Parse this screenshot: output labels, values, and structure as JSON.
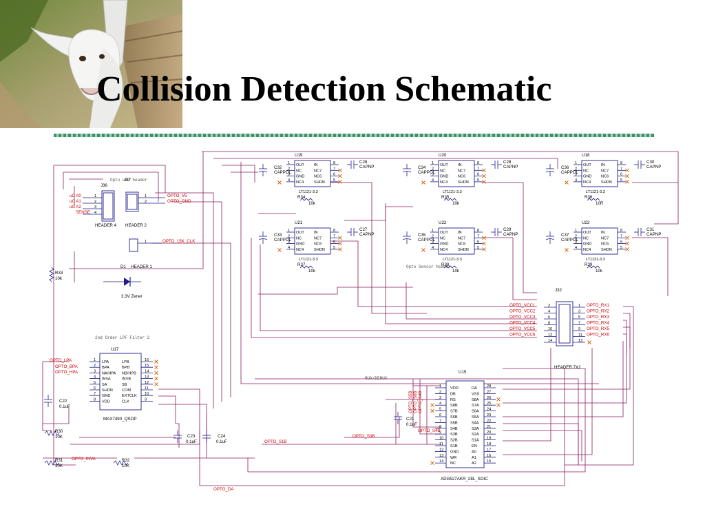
{
  "title": "Collision Detection Schematic",
  "regulators": [
    {
      "ref": "U19",
      "cap_in": "C32",
      "cap_out": "C28",
      "res": "R34",
      "res_val": "10k"
    },
    {
      "ref": "U20",
      "cap_in": "C34",
      "cap_out": "C28",
      "res": "R35",
      "res_val": "10k"
    },
    {
      "ref": "U18",
      "cap_in": "C36",
      "cap_out": "C30",
      "res": "R36",
      "res_val": "10R"
    },
    {
      "ref": "U21",
      "cap_in": "C33",
      "cap_out": "C27",
      "res": "R37",
      "res_val": "10k"
    },
    {
      "ref": "U22",
      "cap_in": "C35",
      "cap_out": "C29",
      "res": "R38",
      "res_val": "10k"
    },
    {
      "ref": "U23",
      "cap_in": "C37",
      "cap_out": "C31",
      "res": "R39",
      "res_val": "10k"
    }
  ],
  "reg_common": {
    "part": "LT1121-3.3",
    "cap_type_in": "CAPPOL",
    "cap_type_out": "CAPNP",
    "pins_left": [
      "OUT",
      "NC",
      "GND",
      "NC4"
    ],
    "pins_right": [
      "IN",
      "NC7",
      "NC6",
      "SHDN"
    ],
    "nums_left": [
      "1",
      "2",
      "3",
      "4"
    ],
    "nums_right": [
      "8",
      "7",
      "6",
      "5"
    ]
  },
  "header_left": {
    "note": "Opto u37 header",
    "j36": {
      "ref": "J36",
      "name": "HEADER 4",
      "nets": [
        "uC A0",
        "uC A1",
        "uC A2",
        "SENSE"
      ],
      "pins": [
        "1",
        "2",
        "3",
        "4"
      ]
    },
    "j37": {
      "ref": "J37",
      "name": "HEADER 2",
      "nets": [
        "OPTO_V5",
        "OPTO_GND"
      ],
      "pins": [
        "1",
        "2"
      ]
    },
    "d1": {
      "ref": "D1",
      "name": "HEADER 1",
      "net": "OPTO_15K_CLK",
      "pin": "1"
    },
    "zener": "3.3V Zener",
    "r33": {
      "ref": "R33",
      "val": "10k"
    }
  },
  "opto_note": "Opto Sensor header",
  "j32": {
    "ref": "J32",
    "name": "HEADER 7X2",
    "left_nets": [
      "OPTO_VCC1",
      "OPTO_VCC2",
      "OPTO_VCC3",
      "OPTO_VCC4",
      "OPTO_VCC5",
      "OPTO_VCC6",
      ""
    ],
    "right_nets": [
      "OPTO_RX1",
      "OPTO_RX2",
      "OPTO_RX3",
      "OPTO_RX4",
      "OPTO_RX5",
      "OPTO_RX6",
      ""
    ],
    "left_pins": [
      "2",
      "4",
      "6",
      "8",
      "10",
      "12",
      "14"
    ],
    "right_pins": [
      "1",
      "3",
      "5",
      "7",
      "9",
      "11",
      "13"
    ]
  },
  "filter": {
    "note": "2nd Order LPF Filter 2",
    "ref": "U17",
    "part": "MAX7490_QSOP",
    "pins_left": [
      "LPA",
      "BPA",
      "NA/HPA",
      "INVA",
      "SA",
      "SHDN",
      "GND",
      "VDD"
    ],
    "pins_right": [
      "LPB",
      "BPB",
      "NB/HPB",
      "INVB",
      "SB",
      "COM",
      "EXTCLK",
      "CLK"
    ],
    "nums_left": [
      "1",
      "2",
      "3",
      "4",
      "5",
      "6",
      "7",
      "8"
    ],
    "nums_right": [
      "16",
      "15",
      "14",
      "13",
      "12",
      "11",
      "10",
      "9"
    ],
    "nets": [
      "OPTO_LPA",
      "OPTO_BPA",
      "OPTO_HPA"
    ],
    "c22": {
      "ref": "C22",
      "val": "0.1uF"
    },
    "c23": {
      "ref": "C23",
      "val": "0.1uF"
    },
    "c24": {
      "ref": "C24",
      "val": "0.1uF"
    },
    "r30": {
      "ref": "R30",
      "val": "10K"
    },
    "r31": {
      "ref": "R31",
      "val": "10K"
    },
    "r32": {
      "ref": "R32",
      "val": "10K"
    },
    "inva_net": "OPTO_INVA",
    "da_net": "OPTO_DA"
  },
  "mux": {
    "note": "MUX/DEMUX",
    "ref": "U15",
    "part": "ADG527AKR_28L_SOIC",
    "pins_left": [
      "VDD",
      "DB",
      "RS",
      "S8B",
      "S7B",
      "S6B",
      "S5B",
      "S4B",
      "S3B",
      "S2B",
      "S1B",
      "GND",
      "WR",
      "NC"
    ],
    "pins_right": [
      "DA",
      "VSS",
      "S8A",
      "S7A",
      "S6A",
      "S5A",
      "S4A",
      "S3A",
      "S2A",
      "S1A",
      "EN",
      "A0",
      "A1",
      "A2"
    ],
    "nums_left": [
      "1",
      "2",
      "3",
      "4",
      "5",
      "6",
      "7",
      "8",
      "9",
      "10",
      "11",
      "12",
      "13",
      "14"
    ],
    "nums_right": [
      "28",
      "27",
      "26",
      "25",
      "24",
      "23",
      "22",
      "21",
      "20",
      "19",
      "18",
      "17",
      "16",
      "15"
    ],
    "c21": {
      "ref": "C21",
      "val": "0.1uF"
    },
    "vertical_nets": [
      "OPTO_S5B",
      "OPTO_S6B",
      "OPTO_S4B"
    ],
    "s3b_net": "OPTO_S3B",
    "s1b_net": "OPTO_S1B"
  },
  "colors": {
    "wire": "#8b1a5c",
    "net": "#cc0000",
    "component": "#1a1a8c",
    "nc_mark": "#d06000"
  }
}
